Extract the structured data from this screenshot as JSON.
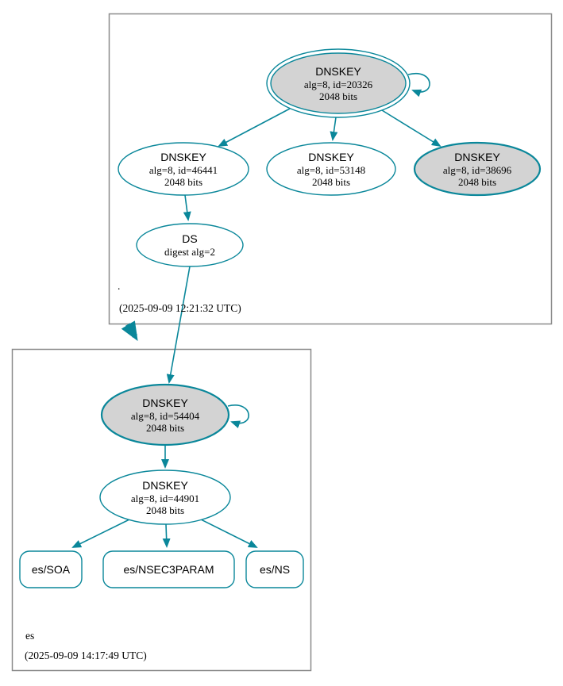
{
  "colors": {
    "edge_teal": "#0a879a",
    "ksk_fill": "#d3d3d3",
    "node_fill": "#ffffff",
    "box_border": "#8a8a8a"
  },
  "zones": [
    {
      "name": ".",
      "timestamp": "(2025-09-09 12:21:32 UTC)",
      "nodes": {
        "ksk_20326": {
          "title": "DNSKEY",
          "detail1": "alg=8, id=20326",
          "detail2": "2048 bits"
        },
        "zsk_46441": {
          "title": "DNSKEY",
          "detail1": "alg=8, id=46441",
          "detail2": "2048 bits"
        },
        "zsk_53148": {
          "title": "DNSKEY",
          "detail1": "alg=8, id=53148",
          "detail2": "2048 bits"
        },
        "ksk_38696": {
          "title": "DNSKEY",
          "detail1": "alg=8, id=38696",
          "detail2": "2048 bits"
        },
        "ds": {
          "title": "DS",
          "detail1": "digest alg=2"
        }
      }
    },
    {
      "name": "es",
      "timestamp": "(2025-09-09 14:17:49 UTC)",
      "nodes": {
        "ksk_54404": {
          "title": "DNSKEY",
          "detail1": "alg=8, id=54404",
          "detail2": "2048 bits"
        },
        "zsk_44901": {
          "title": "DNSKEY",
          "detail1": "alg=8, id=44901",
          "detail2": "2048 bits"
        },
        "rrset_soa": {
          "label": "es/SOA"
        },
        "rrset_nsec3param": {
          "label": "es/NSEC3PARAM"
        },
        "rrset_ns": {
          "label": "es/NS"
        }
      }
    }
  ]
}
